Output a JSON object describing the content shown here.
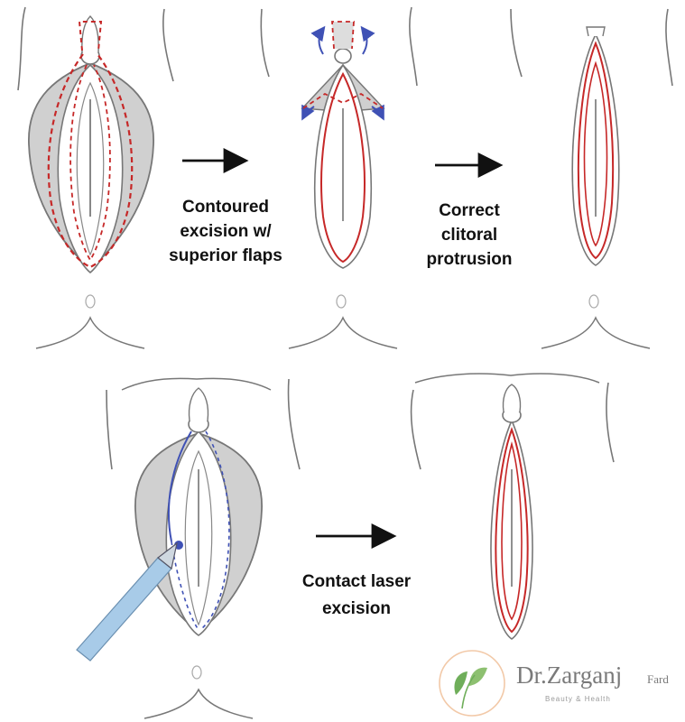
{
  "steps": [
    {
      "lines": [
        "Contoured",
        "excision w/",
        "superior flaps"
      ]
    },
    {
      "lines": [
        "Correct",
        "clitoral",
        "protrusion"
      ]
    },
    {
      "lines": [
        "Contact laser",
        "excision"
      ]
    }
  ],
  "logo": {
    "brand": "Dr.Zarganj",
    "suffix": "Fard",
    "tagline": "Beauty & Health"
  },
  "colors": {
    "outline": "#7a7a7a",
    "shading": "#d0d0d0",
    "incision_red": "#c62828",
    "flap_arrow_blue": "#3f51b5",
    "laser_fiber": "#a8cbe8",
    "logo_green": "#6fae5a",
    "logo_ring": "#f2c9a8"
  }
}
